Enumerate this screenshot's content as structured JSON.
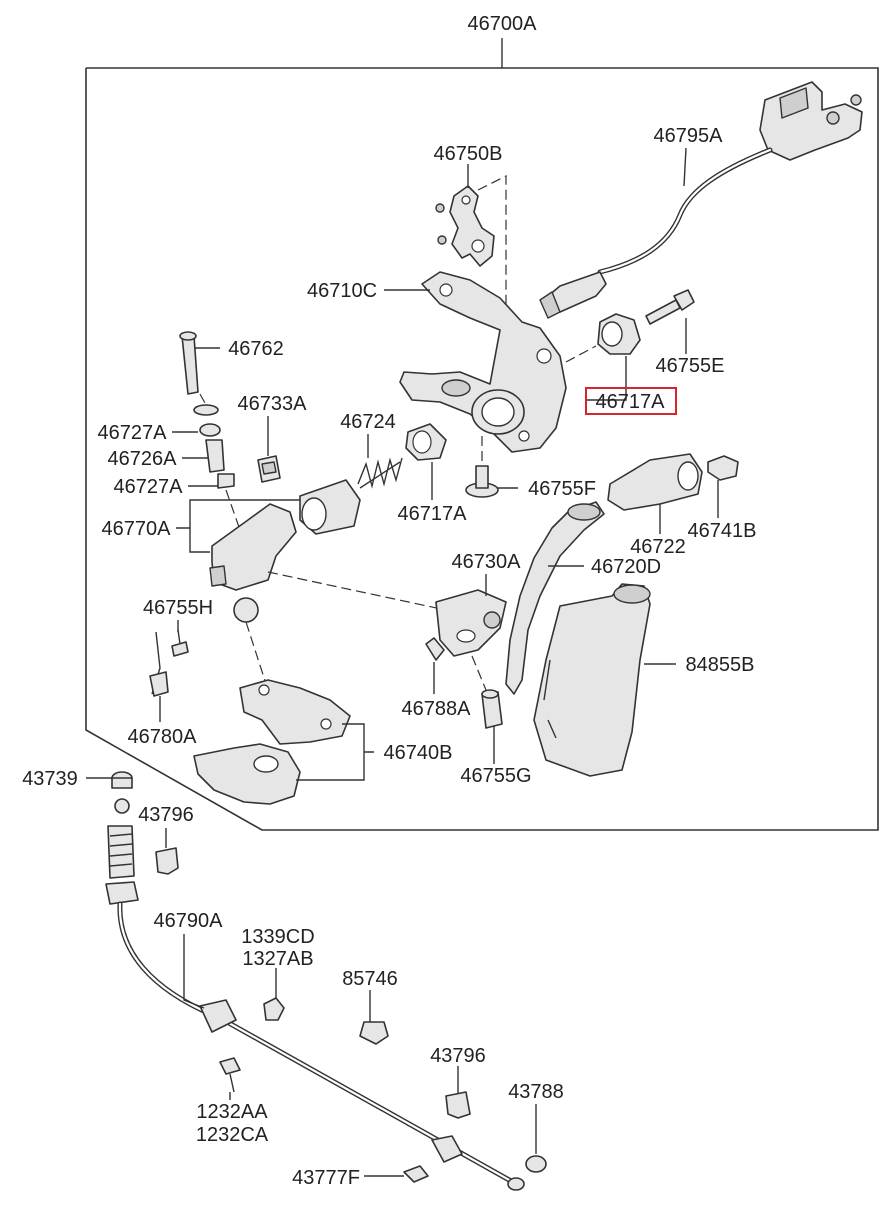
{
  "diagram": {
    "assembly_label": "46700A",
    "highlight_color": "#d6262b",
    "labels": {
      "l46750B": "46750B",
      "l46795A": "46795A",
      "l46710C": "46710C",
      "l46762": "46762",
      "l46755E": "46755E",
      "l46717A_top": "46717A",
      "l46733A": "46733A",
      "l46724": "46724",
      "l46727A_top": "46727A",
      "l46726A": "46726A",
      "l46727A_bot": "46727A",
      "l46755F": "46755F",
      "l46717A_mid": "46717A",
      "l46741B": "46741B",
      "l46722": "46722",
      "l46770A": "46770A",
      "l46730A": "46730A",
      "l46720D": "46720D",
      "l46755H": "46755H",
      "l84855B": "84855B",
      "l46788A": "46788A",
      "l46780A": "46780A",
      "l46740B": "46740B",
      "l46755G": "46755G",
      "l43739": "43739",
      "l43796_top": "43796",
      "l46790A": "46790A",
      "l1339CD": "1339CD",
      "l1327AB": "1327AB",
      "l85746": "85746",
      "l43796_bot": "43796",
      "l43788": "43788",
      "l1232AA": "1232AA",
      "l1232CA": "1232CA",
      "l43777F": "43777F"
    }
  }
}
